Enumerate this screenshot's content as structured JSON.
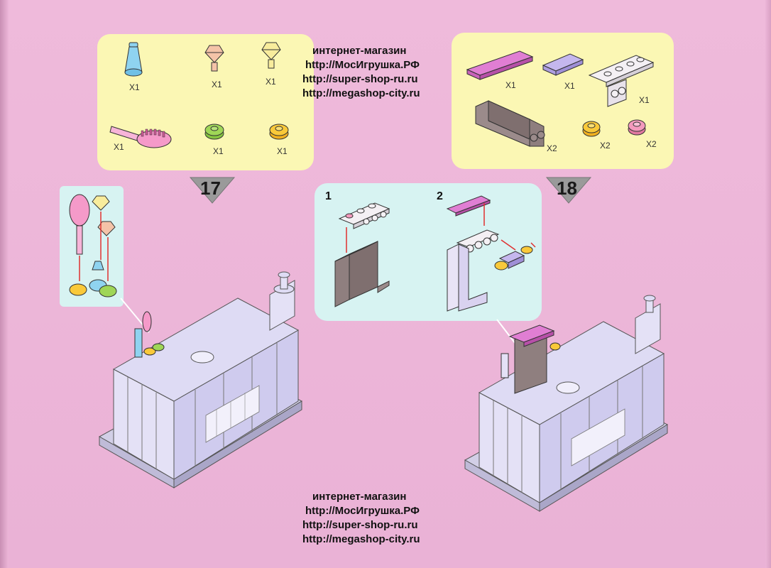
{
  "watermark_top": {
    "line1": "интернет-магазин",
    "line2": "http://МосИгрушка.РФ",
    "line3": "http://super-shop-ru.ru",
    "line4": "http://megashop-city.ru"
  },
  "watermark_bottom": {
    "line1": "интернет-магазин",
    "line2": "http://МосИгрушка.РФ",
    "line3": "http://super-shop-ru.ru",
    "line4": "http://megashop-city.ru"
  },
  "step17": {
    "number": "17",
    "parts": [
      {
        "name": "blue cone",
        "qty": "X1"
      },
      {
        "name": "peach gem",
        "qty": "X1"
      },
      {
        "name": "yellow gem",
        "qty": "X1"
      },
      {
        "name": "pink hairbrush",
        "qty": "X1"
      },
      {
        "name": "green flower plate",
        "qty": "X1"
      },
      {
        "name": "yellow flower plate",
        "qty": "X1"
      }
    ]
  },
  "step18": {
    "number": "18",
    "substep1": "1",
    "substep2": "2",
    "parts": [
      {
        "name": "magenta tile 1x4",
        "qty": "X1"
      },
      {
        "name": "lavender tile 1x2",
        "qty": "X1"
      },
      {
        "name": "white bracket plate",
        "qty": "X1"
      },
      {
        "name": "grey panel",
        "qty": "X2"
      },
      {
        "name": "yellow round plate",
        "qty": "X2"
      },
      {
        "name": "pink round plate",
        "qty": "X2"
      }
    ]
  },
  "colors": {
    "background": "#ecb6d8",
    "parts_box": "#fbf7b4",
    "callout_box": "#d7f3f2",
    "model": "#d9d6f2"
  }
}
